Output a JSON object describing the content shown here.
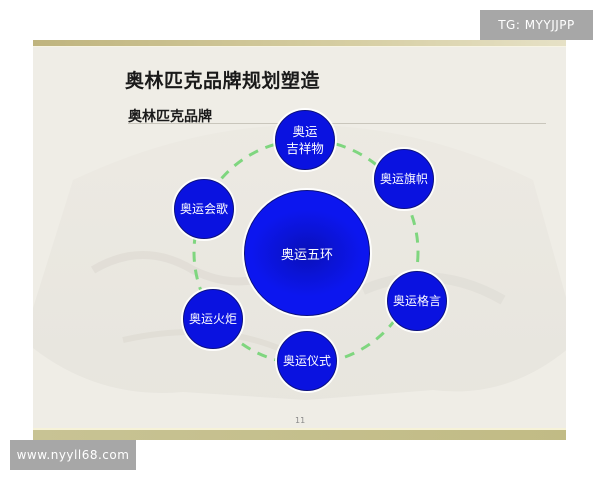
{
  "slide": {
    "title": "奥林匹克品牌规划塑造",
    "subtitle": "奥林匹克品牌",
    "page_number": "11"
  },
  "diagram": {
    "hub": {
      "label": "奥运五环"
    },
    "nodes": [
      {
        "id": "mascot",
        "label": "奥运\n吉祥物"
      },
      {
        "id": "flag",
        "label": "奥运旗帜"
      },
      {
        "id": "motto",
        "label": "奥运格言"
      },
      {
        "id": "ceremony",
        "label": "奥运仪式"
      },
      {
        "id": "torch",
        "label": "奥运火炬"
      },
      {
        "id": "anthem",
        "label": "奥运会歌"
      }
    ],
    "colors": {
      "node_fill": "#0a12e0",
      "ring_dash": "#7fd67f",
      "text": "#ffffff"
    }
  },
  "watermarks": {
    "top_right": "TG: MYYJJPP",
    "bottom_left": "www.nyyll68.com"
  }
}
